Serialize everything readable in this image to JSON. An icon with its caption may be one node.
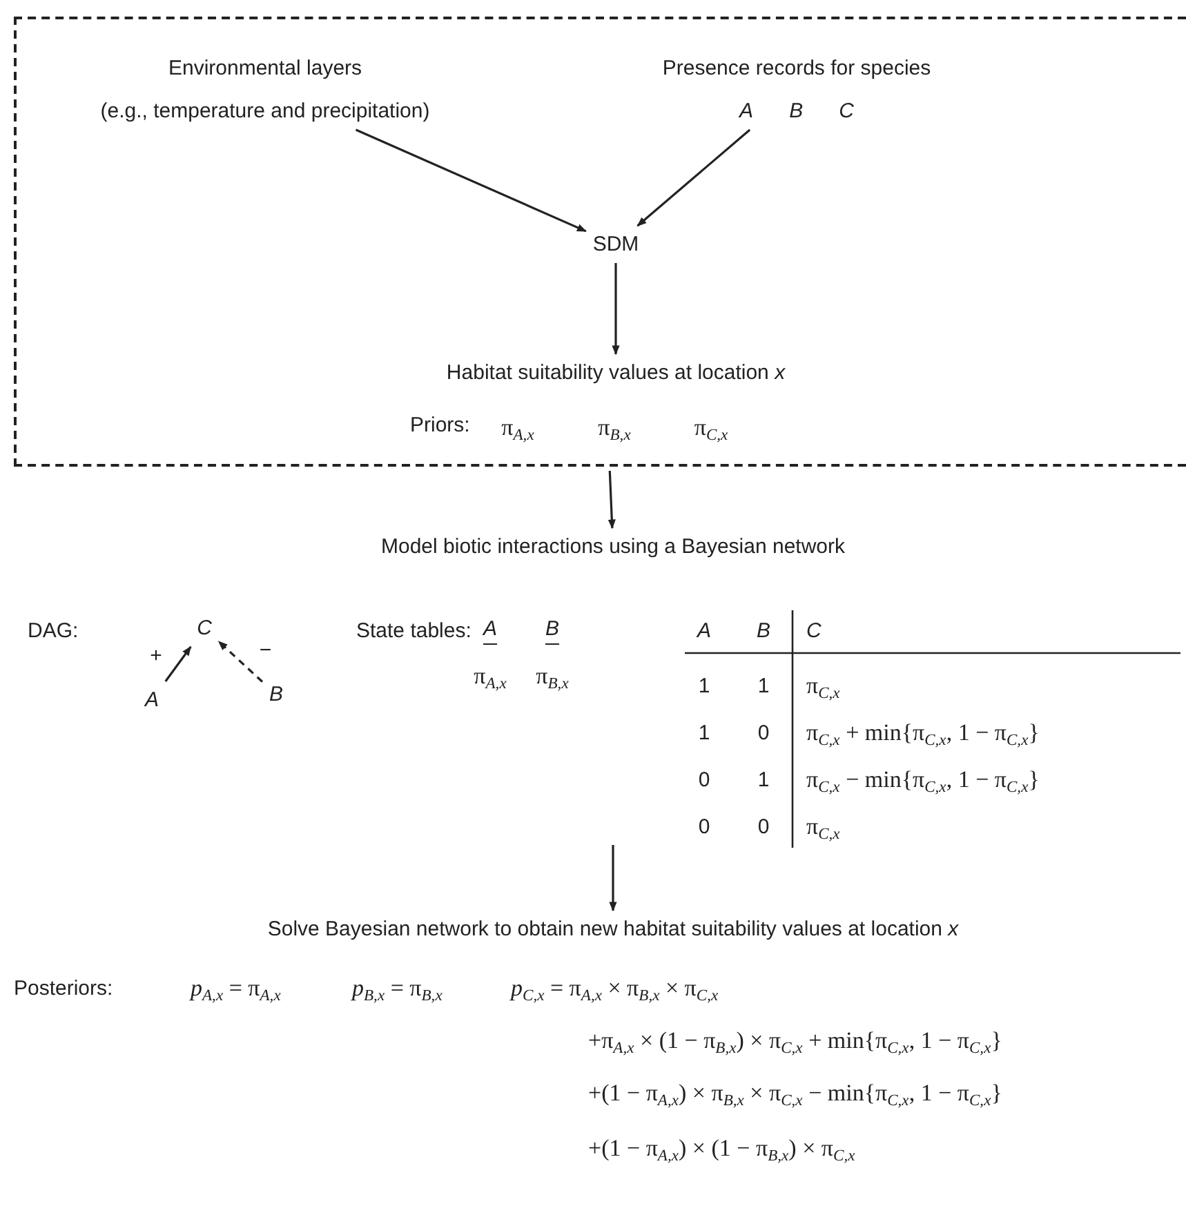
{
  "diagram": {
    "nodes": [
      {
        "text": [],
        "shape": "box"
      },
      {
        "text": [
          "Environmental layers",
          "(e.g., temperature and precipitation)"
        ],
        "in": 0
      },
      {
        "text": [
          "Presence records for species",
          "A",
          "B",
          "C"
        ],
        "in": 0
      },
      {
        "text": [
          "SDM"
        ],
        "in": 0
      },
      {
        "text": [
          "Habitat suitability values at location *x*"
        ],
        "in": 0
      },
      {
        "text": [
          "Model biotic interactions using a Bayesian network"
        ]
      },
      {
        "text": [
          "C"
        ]
      },
      {
        "text": [
          "A"
        ]
      },
      {
        "text": [
          "B"
        ]
      },
      {
        "text": [
          "Solve Bayesian network to obtain new habitat suitability values at location *x*"
        ]
      }
    ],
    "edges": [
      {
        "from": 1,
        "to": 3,
        "arrow": "to"
      },
      {
        "from": 2,
        "to": 3,
        "arrow": "to"
      },
      {
        "from": 3,
        "to": 4,
        "arrow": "to"
      },
      {
        "from": 0,
        "to": 5,
        "arrow": "to"
      },
      {
        "from": 7,
        "to": 6,
        "arrow": "to",
        "label": "+"
      },
      {
        "from": 8,
        "to": 6,
        "arrow": "to",
        "label": "−",
        "style": "dashed"
      },
      {
        "from": null,
        "to": 9,
        "arrow": "to"
      }
    ],
    "labels": [
      "Priors:",
      "π$_{A,x}$",
      "π$_{B,x}$",
      "π$_{C,x}$",
      "DAG:",
      "State tables:",
      "A",
      "B",
      "π$_{A,x}$",
      "π$_{B,x}$",
      "A",
      "B",
      "C",
      "1",
      "1",
      "π$_{C,x}$",
      "1",
      "0",
      "π$_{C,x}$ + min{π$_{C,x}$, 1 − π$_{C,x}$}",
      "0",
      "1",
      "π$_{C,x}$ − min{π$_{C,x}$, 1 − π$_{C,x}$}",
      "0",
      "0",
      "π$_{C,x}$",
      "Posteriors:",
      "*p*$_{A,x}$ = π$_{A,x}$",
      "*p*$_{B,x}$ = π$_{B,x}$",
      "*p*$_{C,x}$ = π$_{A,x}$ × π$_{B,x}$ × π$_{C,x}$",
      "+π$_{A,x}$ × (1 − π$_{B,x}$) × π$_{C,x}$ + min{π$_{C,x}$, 1 − π$_{C,x}$}",
      "+(1 − π$_{A,x}$) × π$_{B,x}$ × π$_{C,x}$ − min{π$_{C,x}$, 1 − π$_{C,x}$}",
      "+(1 − π$_{A,x}$) × (1 − π$_{B,x}$) × π$_{C,x}$"
    ]
  }
}
